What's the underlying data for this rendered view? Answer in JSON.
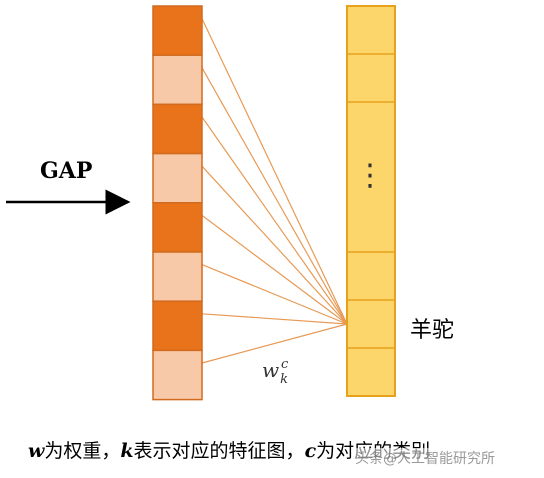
{
  "labels": {
    "input": "GAP",
    "class_name": "羊驼",
    "vertical_ellipsis": "⋮",
    "weight_symbol": {
      "base": "w",
      "subscript": "k",
      "superscript": "c"
    }
  },
  "caption": {
    "part1_var": "w",
    "part1_text": "为权重，",
    "part2_var": "k",
    "part2_text": "表示对应的特征图，",
    "part3_var": "c",
    "part3_text": "为对应的类别"
  },
  "watermark": "头条@人工智能研究所",
  "feature_vector": {
    "cell_count": 8,
    "colors": [
      "#e8731a",
      "#f8c9a8",
      "#e8731a",
      "#f8c9a8",
      "#e8731a",
      "#f8c9a8",
      "#e8731a",
      "#f8c9a8"
    ]
  },
  "class_vector": {
    "top_cells": 2,
    "bottom_cells": 3,
    "fill": "#fcd66a",
    "stroke": "#e6a21c"
  },
  "colors": {
    "line": "#e79a55",
    "arrow": "#000000",
    "feature_stroke": "#d26b1e"
  }
}
